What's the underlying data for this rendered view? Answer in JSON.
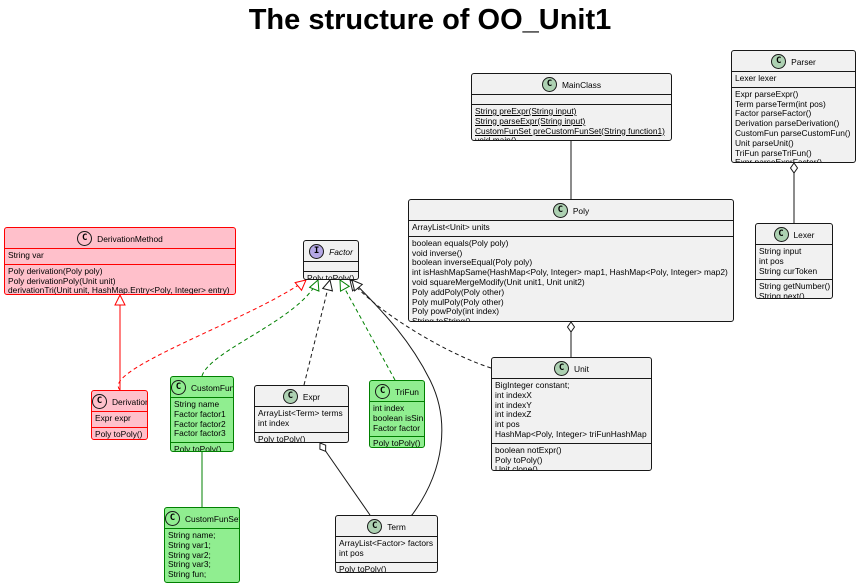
{
  "title": "The structure of OO_Unit1",
  "colors": {
    "red_fill": "#FFC0CB",
    "red_border": "#FF0000",
    "green_fill": "#90EE90",
    "green_border": "#008000",
    "class_badge": "#ADD1B2",
    "interface_badge": "#B4A7E5"
  },
  "classes": {
    "mainclass": {
      "badge": "C",
      "name": "MainClass",
      "fields": [],
      "methods": [
        "String preExpr(String input)",
        "String parseExpr(String input)",
        "CustomFunSet preCustomFunSet(String function1)",
        "void main()"
      ]
    },
    "parser": {
      "badge": "C",
      "name": "Parser",
      "fields": [
        "Lexer lexer"
      ],
      "methods": [
        "Expr parseExpr()",
        "Term parseTerm(int pos)",
        "Factor parseFactor()",
        "Derivation parseDerivation()",
        "CustomFun parseCustomFun()",
        "Unit parseUnit()",
        "TriFun parseTriFun()",
        "Expr parseExprFactor()"
      ]
    },
    "poly": {
      "badge": "C",
      "name": "Poly",
      "fields": [
        "ArrayList<Unit> units"
      ],
      "methods": [
        "boolean equals(Poly poly)",
        "void inverse()",
        "boolean inverseEqual(Poly poly)",
        "int isHashMapSame(HashMap<Poly, Integer> map1, HashMap<Poly, Integer> map2)",
        "void squareMergeModify(Unit unit1, Unit unit2)",
        "Poly addPoly(Poly other)",
        "Poly mulPoly(Poly other)",
        "Poly powPoly(int index)",
        "String toString()"
      ]
    },
    "lexer": {
      "badge": "C",
      "name": "Lexer",
      "fields": [
        "String input",
        "int pos",
        "String curToken"
      ],
      "methods": [
        "String getNumber()",
        "String next()"
      ]
    },
    "derivationmethod": {
      "badge": "C",
      "name": "DerivationMethod",
      "fields": [
        "String var"
      ],
      "methods": [
        "Poly derivation(Poly poly)",
        "Poly derivationPoly(Unit unit)",
        "derivationTri(Unit unit, HashMap.Entry<Poly, Integer> entry)"
      ]
    },
    "factor": {
      "badge": "I",
      "name": "Factor",
      "fields": [],
      "methods": [
        "Poly toPoly()"
      ]
    },
    "derivation": {
      "badge": "C",
      "name": "Derivation",
      "fields": [
        "Expr expr"
      ],
      "methods": [
        "Poly toPoly()"
      ]
    },
    "customfun": {
      "badge": "C",
      "name": "CustomFun",
      "fields": [
        "String name",
        "Factor factor1",
        "Factor factor2",
        "Factor factor3"
      ],
      "methods": [
        "Poly toPoly()"
      ]
    },
    "expr": {
      "badge": "C",
      "name": "Expr",
      "fields": [
        "ArrayList<Term> terms",
        "int index"
      ],
      "methods": [
        "Poly toPoly()"
      ]
    },
    "trifun": {
      "badge": "C",
      "name": "TriFun",
      "fields": [
        "int index",
        "boolean isSin",
        "Factor factor"
      ],
      "methods": [
        "Poly toPoly()"
      ]
    },
    "unit": {
      "badge": "C",
      "name": "Unit",
      "fields": [
        "BigInteger constant;",
        "int indexX",
        "int indexY",
        "int indexZ",
        "int pos",
        "HashMap<Poly, Integer> triFunHashMap"
      ],
      "methods": [
        "boolean notExpr()",
        "Poly toPoly()",
        "Unit clone()"
      ]
    },
    "customfunset": {
      "badge": "C",
      "name": "CustomFunSet",
      "fields": [
        "String name;",
        "String var1;",
        "String var2;",
        "String var3;",
        "String fun;"
      ],
      "methods": []
    },
    "term": {
      "badge": "C",
      "name": "Term",
      "fields": [
        "ArrayList<Factor> factors",
        "int pos"
      ],
      "methods": [
        "Poly toPoly()"
      ]
    }
  },
  "relations": [
    {
      "from": "mainclass",
      "to": "poly",
      "type": "association"
    },
    {
      "from": "parser",
      "to": "lexer",
      "type": "aggregation"
    },
    {
      "from": "poly",
      "to": "unit",
      "type": "aggregation"
    },
    {
      "from": "derivation",
      "to": "derivationmethod",
      "type": "extends",
      "color": "#FF0000"
    },
    {
      "from": "derivation",
      "to": "factor",
      "type": "implements",
      "color": "#FF0000"
    },
    {
      "from": "customfun",
      "to": "factor",
      "type": "implements",
      "color": "#008000"
    },
    {
      "from": "expr",
      "to": "factor",
      "type": "implements"
    },
    {
      "from": "trifun",
      "to": "factor",
      "type": "implements",
      "color": "#008000"
    },
    {
      "from": "unit",
      "to": "factor",
      "type": "implements"
    },
    {
      "from": "term",
      "to": "factor",
      "type": "aggregation"
    },
    {
      "from": "expr",
      "to": "term",
      "type": "aggregation"
    },
    {
      "from": "customfun",
      "to": "customfunset",
      "type": "association",
      "color": "#008000"
    }
  ]
}
